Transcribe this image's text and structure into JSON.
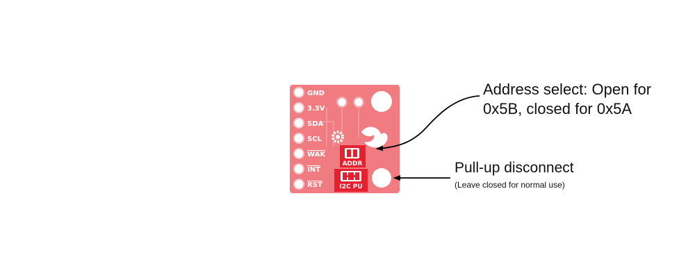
{
  "board": {
    "pins": [
      "GND",
      "3.3V",
      "SDA",
      "SCL",
      "WAK",
      "INT",
      "RST"
    ],
    "overlined_pins": [
      "WAK",
      "INT",
      "RST"
    ],
    "addr_jumper_label": "ADDR",
    "pullup_jumper_label": "I2C PU",
    "colors": {
      "pcb": "#f07b80",
      "pad": "#e5202f",
      "pad_dark": "#b8111d",
      "hole": "#ffffff"
    }
  },
  "callouts": {
    "address_line1": "Address select: Open for",
    "address_line2": "0x5B, closed for 0x5A",
    "pullup_title": "Pull-up disconnect",
    "pullup_note": "(Leave closed for normal use)"
  }
}
